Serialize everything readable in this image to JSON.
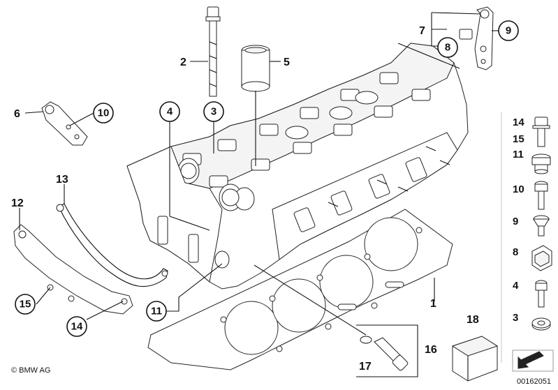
{
  "diagram": {
    "callouts": {
      "c1": "1",
      "c2": "2",
      "c3": "3",
      "c4": "4",
      "c5": "5",
      "c6": "6",
      "c7": "7",
      "c8": "8",
      "c9": "9",
      "c10": "10",
      "c11": "11",
      "c12": "12",
      "c13": "13",
      "c14": "14",
      "c15": "15",
      "c16": "16",
      "c17": "17",
      "c18": "18"
    },
    "sidebar": {
      "s14": "14",
      "s15": "15",
      "s11": "11",
      "s10": "10",
      "s9": "9",
      "s8": "8",
      "s4": "4",
      "s3": "3"
    },
    "copyright": "© BMW AG",
    "diagram_number": "00162051"
  }
}
